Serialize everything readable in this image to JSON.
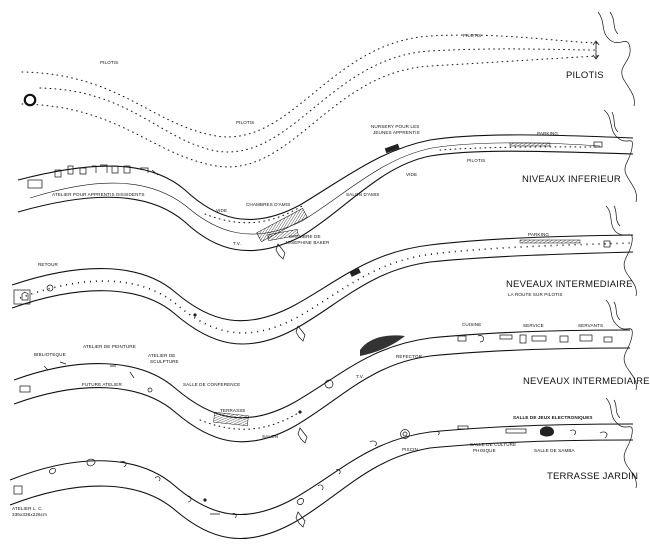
{
  "plans": [
    {
      "level": "PILOTIS",
      "labels": [
        "PILOTIS",
        "PILOTIS",
        "PILOTIS"
      ]
    },
    {
      "level": "NIVEAUX INFERIEUR",
      "labels": [
        "NURSERY POUR LES",
        "JEUNES APPRENTIS",
        "PARKING",
        "PILOTIS",
        "VIDE",
        "SALON D'AMIS",
        "CHAMBRES D'AMIS",
        "ATELIER POUR APPRENTIS DISSIDENTS",
        "VIDE",
        "T.V.",
        "CHAMBRE DE",
        "JOSEPHINE BAKER"
      ]
    },
    {
      "level": "NEVEAUX INTERMEDIAIRE",
      "sublabel": "LA ROUTE SUR PILOTIS",
      "labels": [
        "RETOUR",
        "PARKING"
      ]
    },
    {
      "level": "NEVEAUX INTERMEDIAIRE",
      "labels": [
        "CUISINE",
        "SERVICE",
        "SERVANTS",
        "REFECTOR",
        "ATELIER DE PEINTURE",
        "BIBLIOTEQUE",
        "ATELIER DE",
        "SCULPTURE",
        "FUTURE ATELIER",
        "SALLE DE CONFERENCE",
        "TERRASSE",
        "SALON",
        "T.V."
      ]
    },
    {
      "level": "TERRASSE JARDIN",
      "labels": [
        "SALLE DE JEUX ELECTRONIQUES",
        "PISCIN",
        "SALLE DE CULTURE",
        "PHISIQUE",
        "SALLE DE SAMBA",
        "ATELIER L. C.",
        "336x336x226cm"
      ]
    }
  ]
}
